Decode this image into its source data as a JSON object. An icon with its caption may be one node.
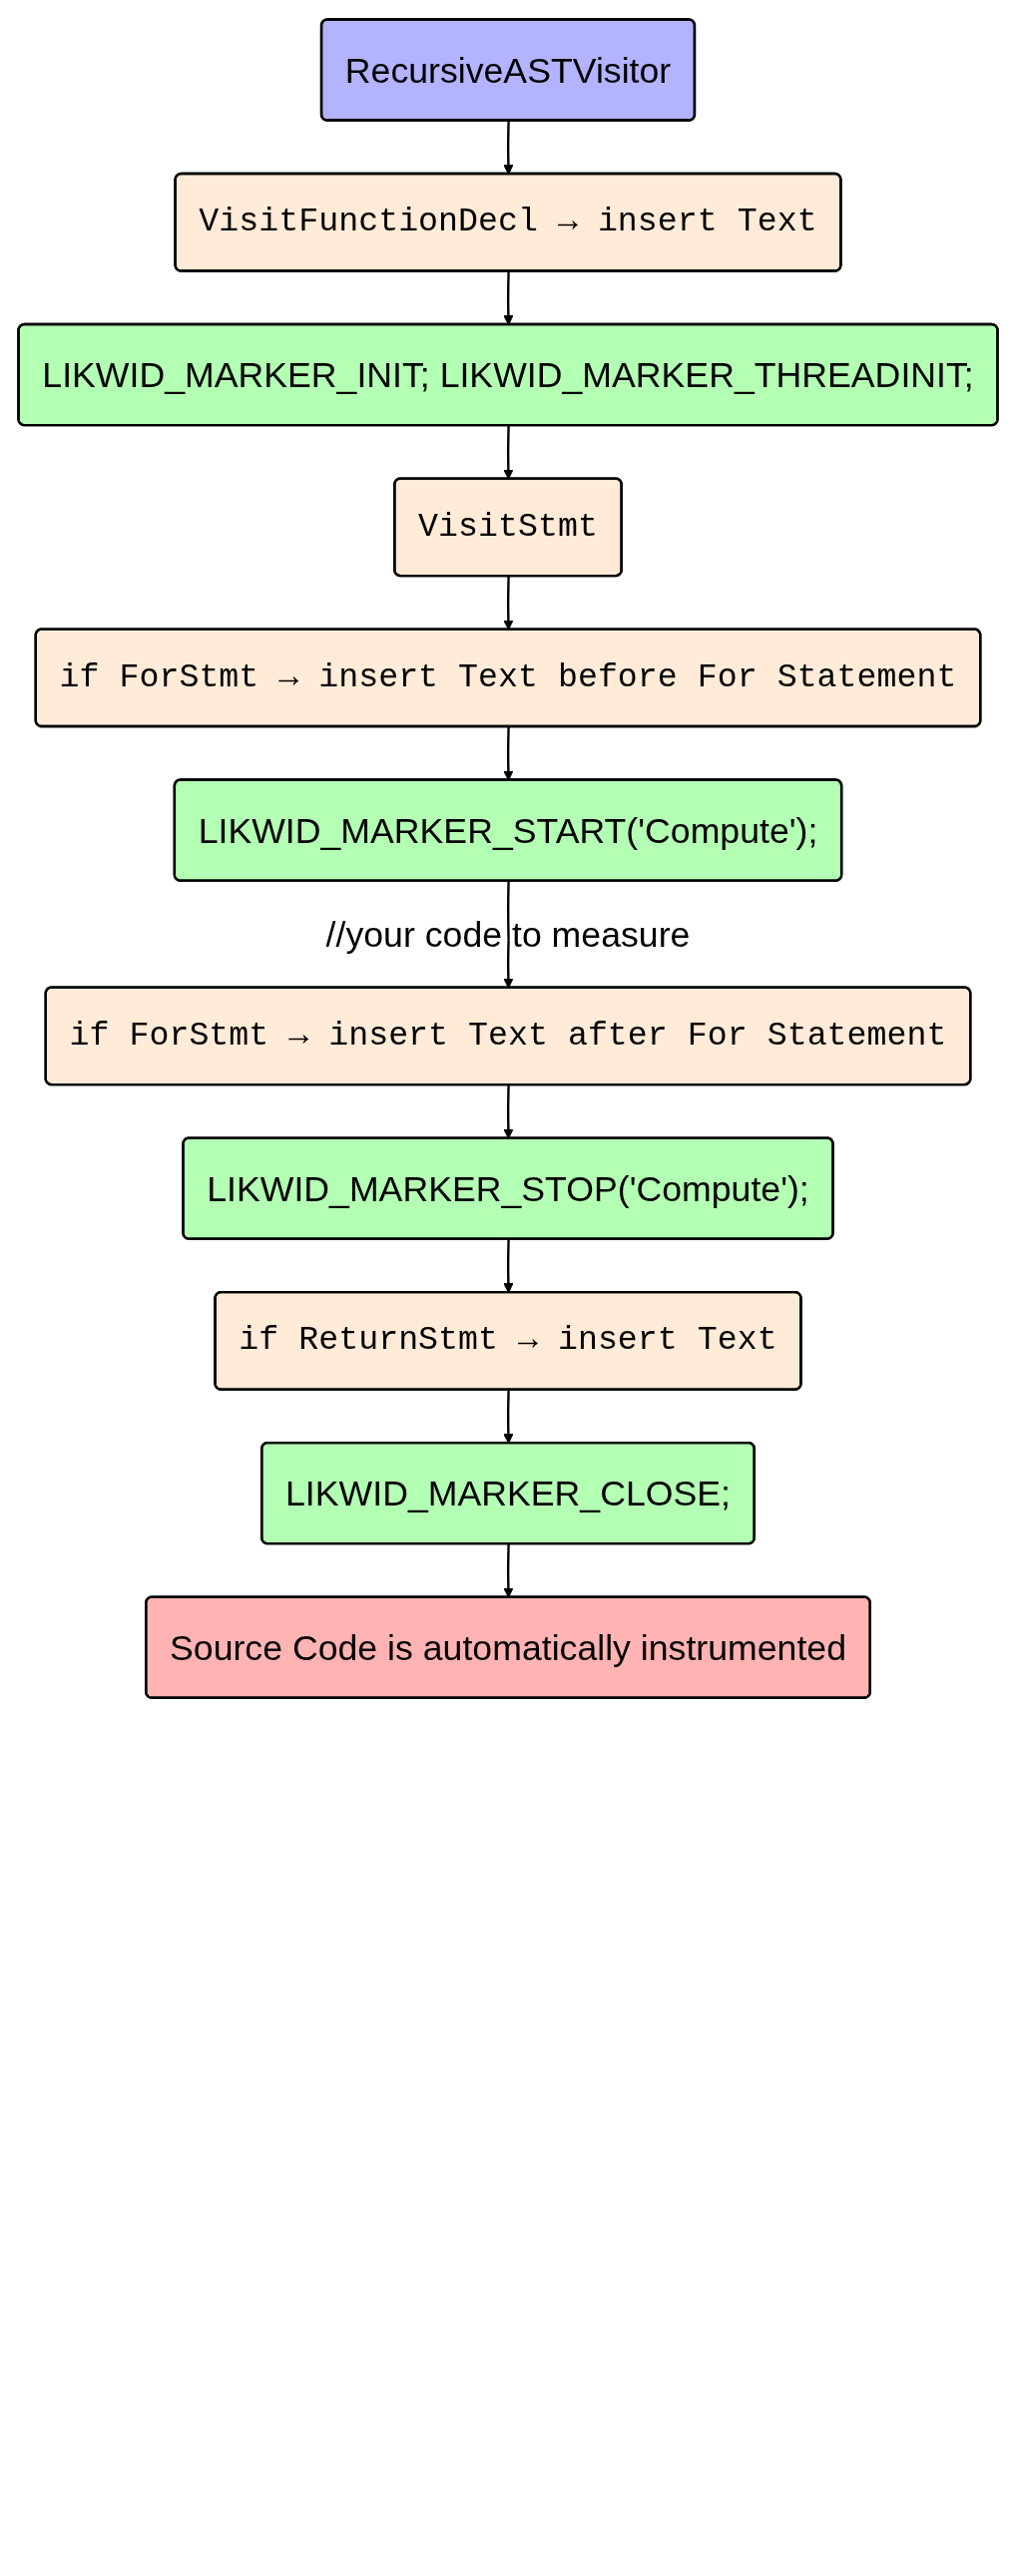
{
  "diagram": {
    "nodes": [
      {
        "text": [
          "RecursiveASTVisitor"
        ]
      },
      {
        "text": [
          "VisitFunctionDecl → insert Text"
        ]
      },
      {
        "text": [
          "LIKWID_MARKER_INIT; LIKWID_MARKER_THREADINIT;"
        ]
      },
      {
        "text": [
          "VisitStmt"
        ]
      },
      {
        "text": [
          "if ForStmt → insert Text before For Statement"
        ]
      },
      {
        "text": [
          "LIKWID_MARKER_START('Compute');"
        ]
      },
      {
        "text": [
          "//your code to measure"
        ]
      },
      {
        "text": [
          "if ForStmt → insert Text after For Statement"
        ]
      },
      {
        "text": [
          "LIKWID_MARKER_STOP('Compute');"
        ]
      },
      {
        "text": [
          "if ReturnStmt → insert Text"
        ]
      },
      {
        "text": [
          "LIKWID_MARKER_CLOSE;"
        ]
      },
      {
        "text": [
          "Source Code is automatically instrumented"
        ]
      }
    ],
    "edges": [
      {
        "from": 0,
        "to": 1,
        "arrow": "to"
      },
      {
        "from": 1,
        "to": 2,
        "arrow": "to"
      },
      {
        "from": 2,
        "to": 3,
        "arrow": "to"
      },
      {
        "from": 3,
        "to": 4,
        "arrow": "to"
      },
      {
        "from": 4,
        "to": 5,
        "arrow": "to"
      },
      {
        "from": 5,
        "to": 6,
        "arrow": "none"
      },
      {
        "from": 6,
        "to": 7,
        "arrow": "to"
      },
      {
        "from": 7,
        "to": 8,
        "arrow": "to"
      },
      {
        "from": 8,
        "to": 9,
        "arrow": "to"
      },
      {
        "from": 9,
        "to": 10,
        "arrow": "to"
      },
      {
        "from": 10,
        "to": 11,
        "arrow": "to"
      }
    ]
  }
}
